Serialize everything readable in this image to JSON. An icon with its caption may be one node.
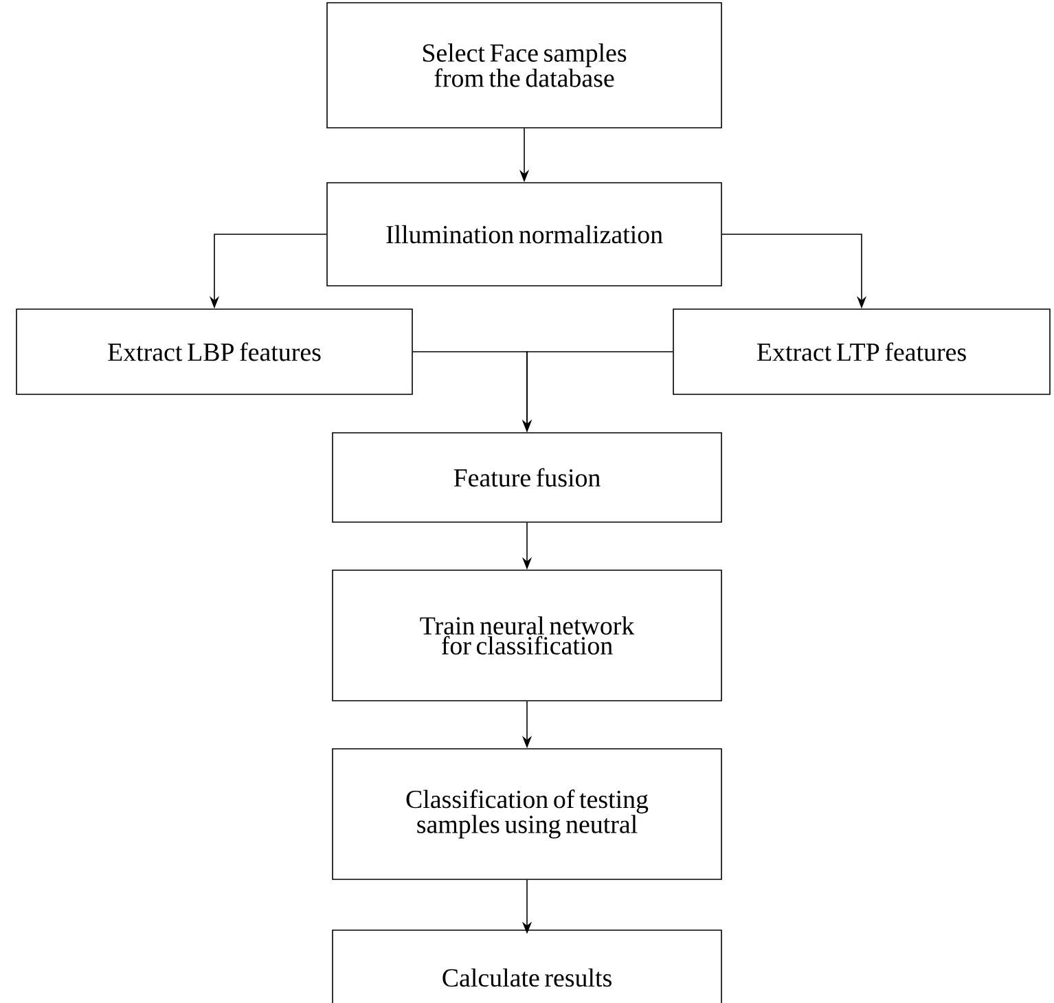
{
  "diagram": {
    "nodes": [
      {
        "text": [
          "Select Face samples from the database"
        ]
      },
      {
        "text": [
          "Illumination normalization"
        ]
      },
      {
        "text": [
          "Extract LBP features"
        ]
      },
      {
        "text": [
          "Extract LTP features"
        ]
      },
      {
        "text": [
          "Feature fusion"
        ]
      },
      {
        "text": [
          "Train neural network for classification"
        ]
      },
      {
        "text": [
          "Classification of testing samples using neutral"
        ]
      },
      {
        "text": [
          "Calculate results"
        ]
      }
    ],
    "edges": [
      {
        "from": 0,
        "to": 1,
        "arrow": "to"
      },
      {
        "from": 1,
        "to": 2,
        "arrow": "to"
      },
      {
        "from": 1,
        "to": 3,
        "arrow": "to"
      },
      {
        "from": 2,
        "to": 4,
        "arrow": "to"
      },
      {
        "from": 3,
        "to": 4,
        "arrow": "to"
      },
      {
        "from": 4,
        "to": 5,
        "arrow": "to"
      },
      {
        "from": 5,
        "to": 6,
        "arrow": "to"
      },
      {
        "from": 6,
        "to": 7,
        "arrow": "to"
      }
    ]
  }
}
